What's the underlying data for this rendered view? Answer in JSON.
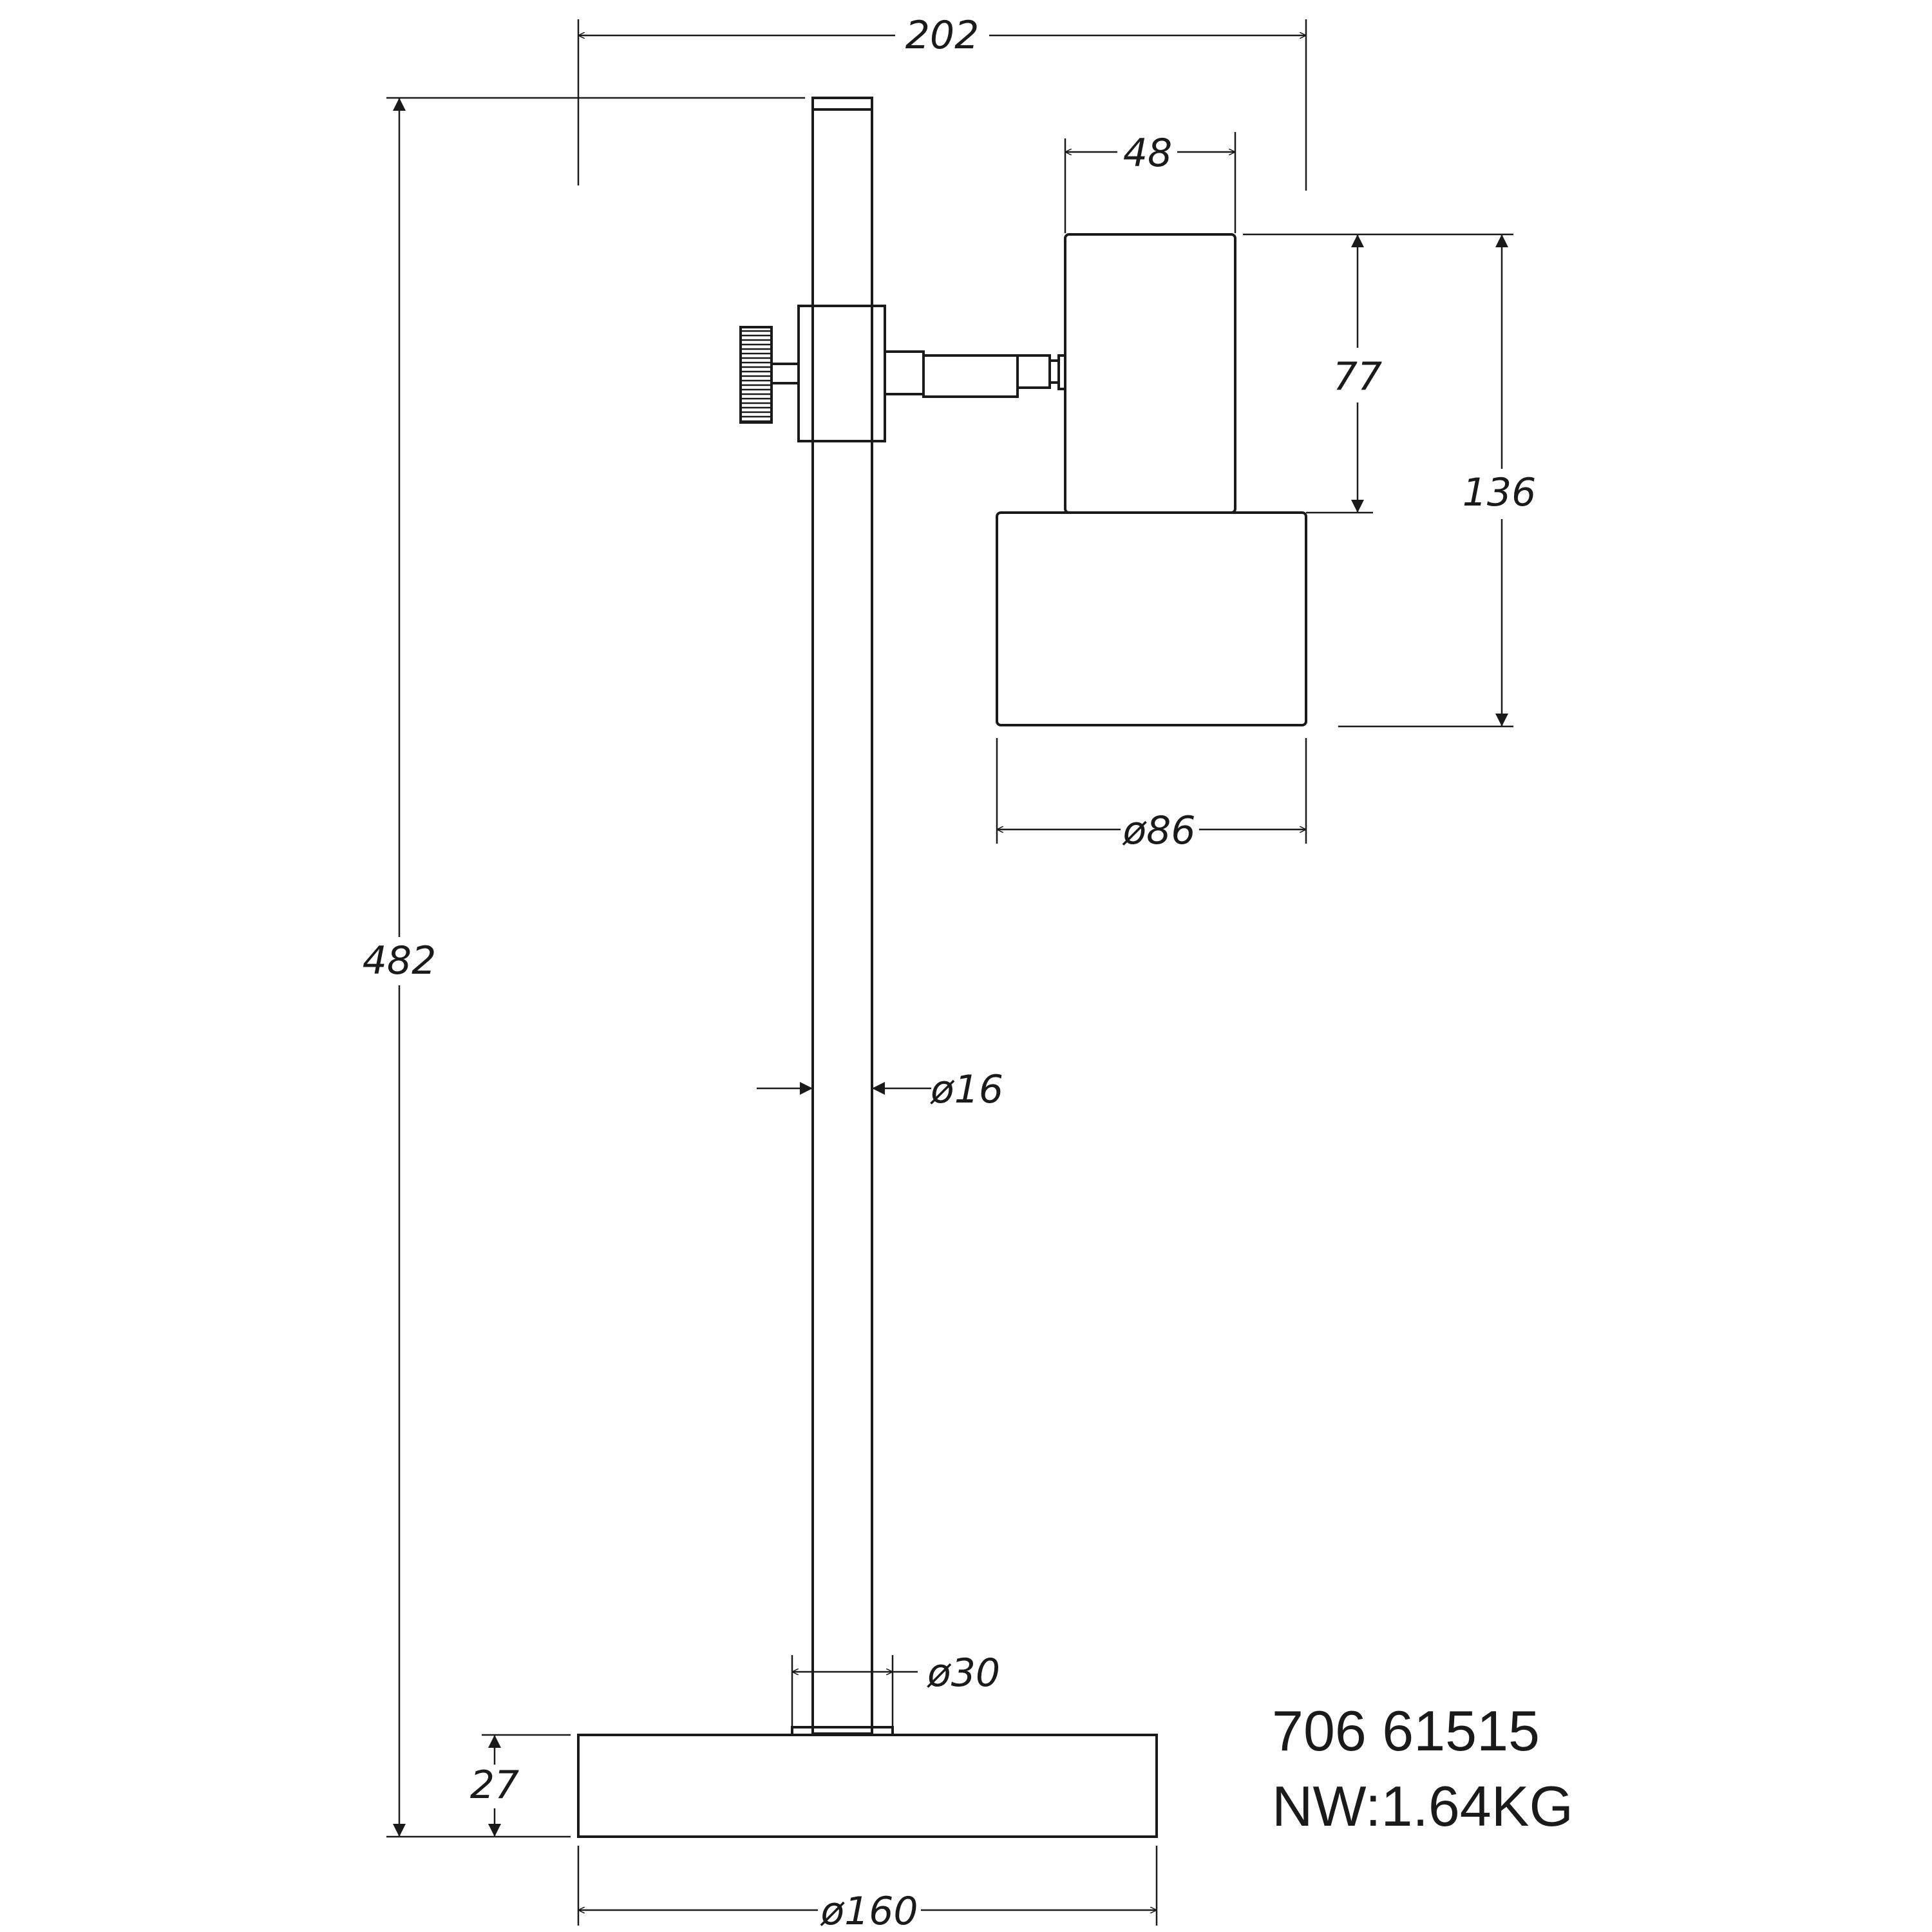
{
  "dimensions": {
    "overall_width": "202",
    "head_width": "48",
    "head_height": "77",
    "shade_total_height": "136",
    "overall_height": "482",
    "shade_diameter": "ø86",
    "stem_diameter": "ø16",
    "collar_diameter": "ø30",
    "base_height": "27",
    "base_diameter": "ø160"
  },
  "product": {
    "code": "706 61515",
    "net_weight": "NW:1.64KG"
  }
}
